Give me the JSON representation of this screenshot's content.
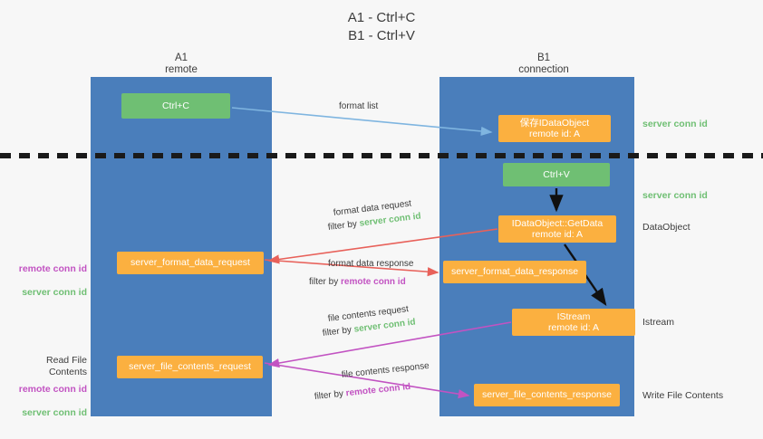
{
  "title": "A1 - Ctrl+C\nB1 - Ctrl+V",
  "lanes": {
    "left": {
      "name": "A1",
      "sub": "remote",
      "header": "A1\nremote"
    },
    "right": {
      "name": "B1",
      "sub": "connection",
      "header": "B1\nconnection"
    }
  },
  "boxes": {
    "ctrl_c": "Ctrl+C",
    "ctrl_v": "Ctrl+V",
    "save_idataobject": "保存IDataObject\nremote id: A",
    "getdata": "IDataObject::GetData\nremote id: A",
    "istream": "IStream\nremote id: A",
    "server_format_data_request": "server_format_data_request",
    "server_format_data_response": "server_format_data_response",
    "server_file_contents_request": "server_file_contents_request",
    "server_file_contents_response": "server_file_contents_response"
  },
  "edge_labels": {
    "format_list": "format list",
    "format_data_request": "format data request",
    "format_data_request_filter_prefix": "filter by ",
    "format_data_request_filter_value": "server conn id",
    "format_data_response": "format data response",
    "format_data_response_filter_prefix": "filter by ",
    "format_data_response_filter_value": "remote conn id",
    "file_contents_request": "file contents request",
    "file_contents_request_filter_prefix": "filter by ",
    "file_contents_request_filter_value": "server conn id",
    "file_contents_response": "file contents response",
    "file_contents_response_filter_prefix": "filter by ",
    "file_contents_response_filter_value": "remote conn id"
  },
  "side_labels": {
    "server_conn_id_top": "server conn id",
    "server_conn_id_mid": "server conn id",
    "dataobject": "DataObject",
    "istream": "Istream",
    "write_file_contents": "Write File Contents",
    "read_file_contents": "Read File Contents",
    "remote_conn_id": "remote conn id",
    "server_conn_id": "server conn id"
  },
  "colors": {
    "lane": "#4a7ebb",
    "green": "#6fbf73",
    "orange": "#fbb040",
    "purple": "#c253c2",
    "red_arrow": "#e8615a",
    "blue_arrow": "#7fb5e0",
    "background": "#f7f7f7",
    "divider": "#1a1a1a"
  }
}
